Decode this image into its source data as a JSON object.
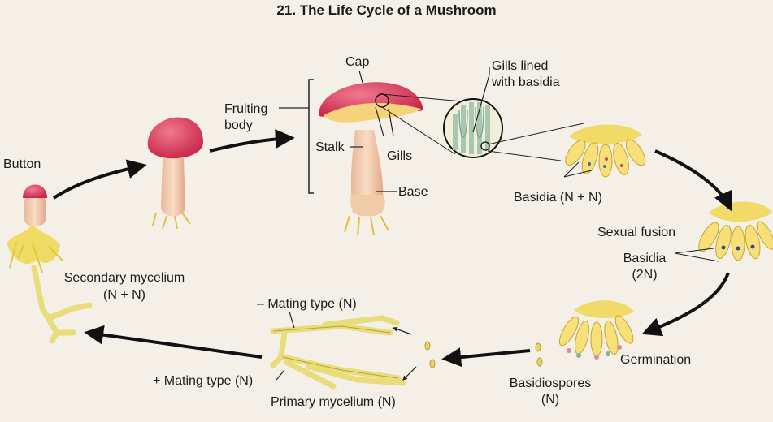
{
  "title": "21.  The Life Cycle of a Mushroom",
  "labels": {
    "button": "Button",
    "fruiting_body_1": "Fruiting",
    "fruiting_body_2": "body",
    "cap": "Cap",
    "stalk": "Stalk",
    "gills": "Gills",
    "base": "Base",
    "gills_lined_1": "Gills lined",
    "gills_lined_2": "with basidia",
    "basidia_nn": "Basidia (N + N)",
    "sexual_fusion": "Sexual fusion",
    "basidia_2n_1": "Basidia",
    "basidia_2n_2": "(2N)",
    "germination": "Germination",
    "basidiospores_1": "Basidiospores",
    "basidiospores_2": "(N)",
    "minus_mating": "– Mating type (N)",
    "plus_mating": "+ Mating type (N)",
    "primary_mycelium": "Primary mycelium (N)",
    "secondary_mycelium_1": "Secondary mycelium",
    "secondary_mycelium_2": "(N + N)"
  },
  "colors": {
    "background": "#f4f0e7",
    "cap_red": "#d9355a",
    "stalk": "#f1cfae",
    "basidia_yellow": "#f5dc6a",
    "mycelium_yellow": "#eddc4f",
    "arrow": "#111111"
  }
}
